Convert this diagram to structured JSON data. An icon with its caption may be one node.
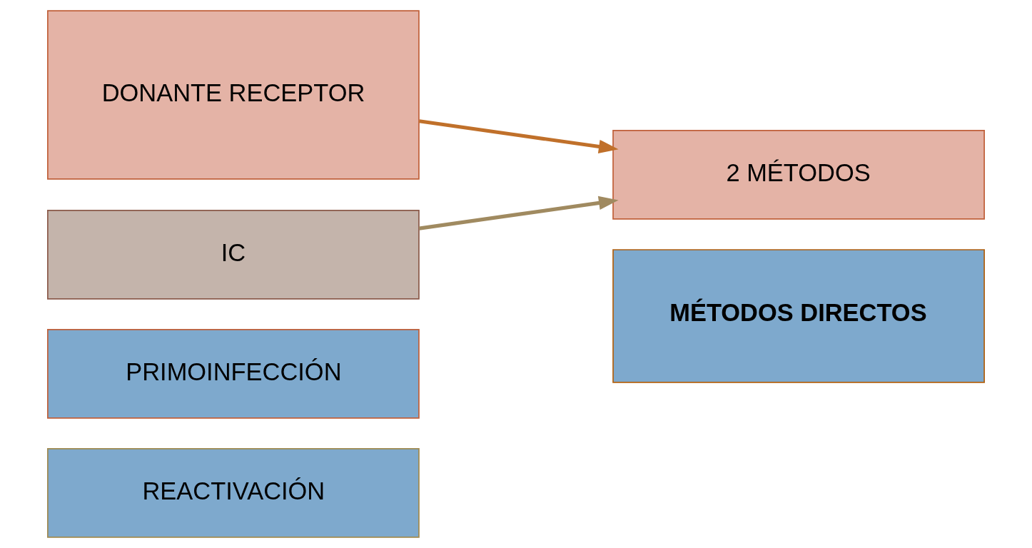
{
  "diagram": {
    "nodes": [
      {
        "text": [
          "DONANTE RECEPTOR"
        ]
      },
      {
        "text": [
          "2 MÉTODOS"
        ]
      },
      {
        "text": [
          "IC"
        ]
      },
      {
        "text": [
          "PRIMOINFECCIÓN"
        ]
      },
      {
        "text": [
          "REACTIVACIÓN"
        ]
      },
      {
        "text": [
          "MÉTODOS DIRECTOS"
        ]
      }
    ],
    "edges": [
      {
        "from": 0,
        "to": 1,
        "arrow": "to",
        "color": "#c0702a"
      },
      {
        "from": 2,
        "to": 1,
        "arrow": "to",
        "color": "#a08a60"
      }
    ]
  }
}
